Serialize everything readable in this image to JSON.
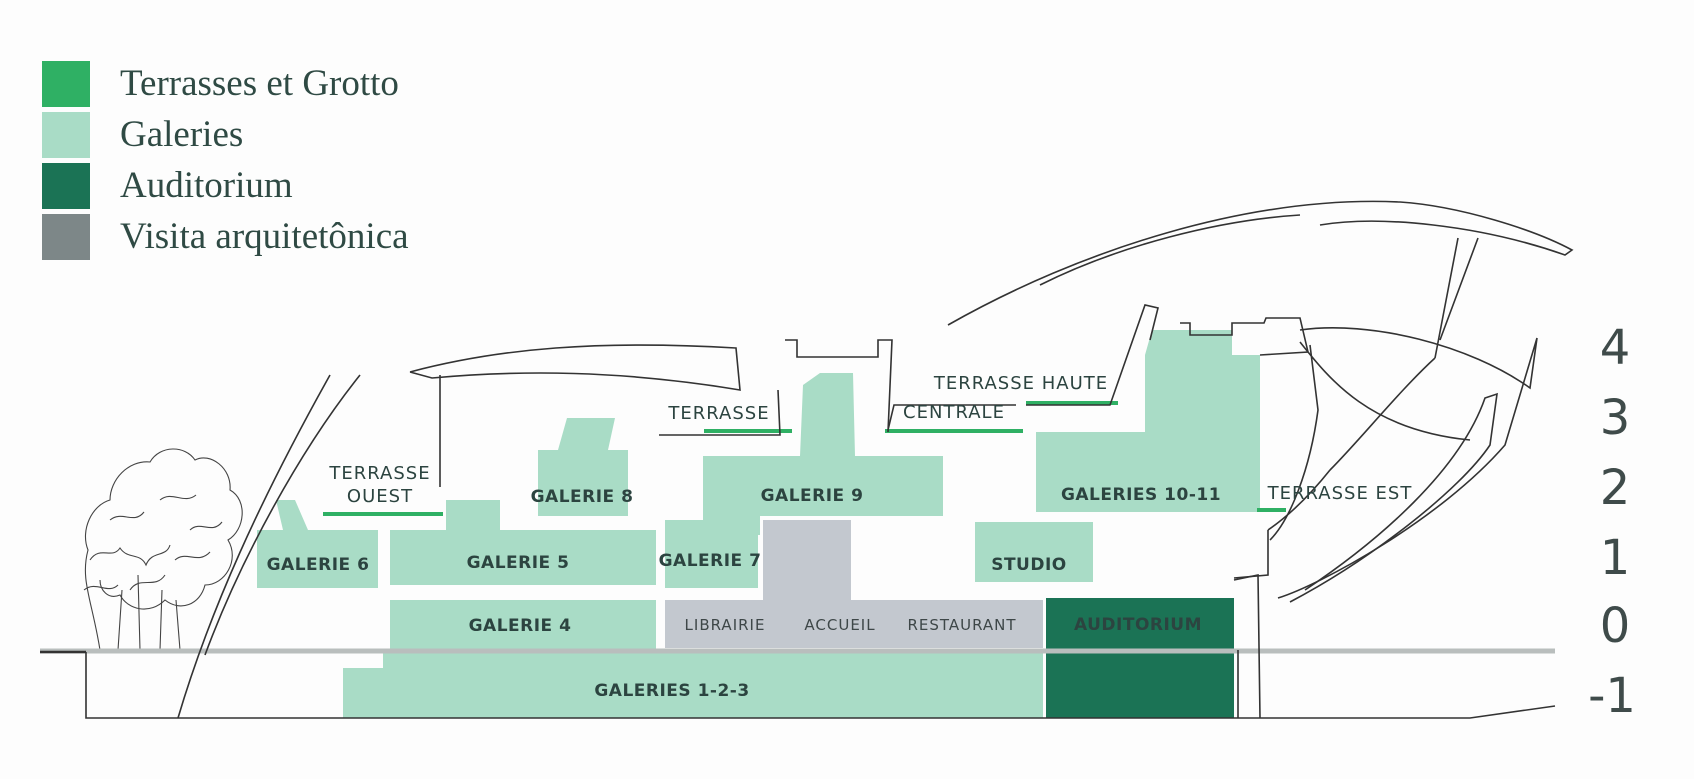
{
  "legend": [
    {
      "label": "Terrasses et Grotto",
      "color": "#2fb064"
    },
    {
      "label": "Galeries",
      "color": "#a9dcc6"
    },
    {
      "label": "Auditorium",
      "color": "#1b7355"
    },
    {
      "label": "Visita arquitetônica",
      "color": "#7d8788"
    }
  ],
  "colors": {
    "terrace": "#2fb064",
    "gallery": "#a9dcc6",
    "auditorium": "#1b7355",
    "visit": "#c3c8cf",
    "ground_line": "#b9bebd"
  },
  "zones": {
    "galerie_6": "GALERIE 6",
    "galerie_5": "GALERIE 5",
    "galerie_4": "GALERIE 4",
    "galerie_7": "GALERIE 7",
    "galerie_8": "GALERIE 8",
    "galerie_9": "GALERIE 9",
    "galeries_10_11": "GALERIES 10-11",
    "galeries_1_2_3": "GALERIES 1-2-3",
    "studio": "STUDIO",
    "auditorium": "AUDITORIUM",
    "librairie": "LIBRAIRIE",
    "accueil": "ACCUEIL",
    "restaurant": "RESTAURANT"
  },
  "terraces": {
    "ouest_line1": "TERRASSE",
    "ouest_line2": "OUEST",
    "terrasse": "TERRASSE",
    "haute_line1": "TERRASSE HAUTE",
    "haute_line2": "CENTRALE",
    "est": "TERRASSE EST"
  },
  "levels": [
    "4",
    "3",
    "2",
    "1",
    "0",
    "-1"
  ]
}
